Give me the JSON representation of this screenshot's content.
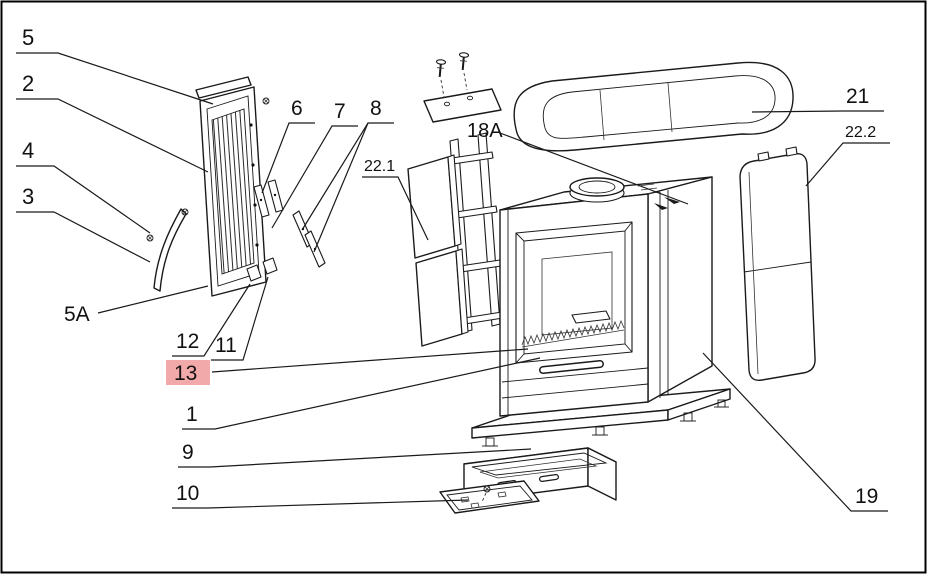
{
  "figure": {
    "kind": "exploded-parts-diagram",
    "background": "#ffffff",
    "border_color": "#000000",
    "line_color": "#1a1a1a",
    "highlight_bg": "#f2a9a9",
    "highlight_text": "#e02318"
  },
  "labels": {
    "p5": "5",
    "p2": "2",
    "p4": "4",
    "p3": "3",
    "p5a": "5A",
    "p6": "6",
    "p7": "7",
    "p8": "8",
    "p22_1": "22.1",
    "p18a": "18A",
    "p21": "21",
    "p22_2": "22.2",
    "p12": "12",
    "p11": "11",
    "p13": "13",
    "p1": "1",
    "p9": "9",
    "p10": "10",
    "p19": "19"
  }
}
